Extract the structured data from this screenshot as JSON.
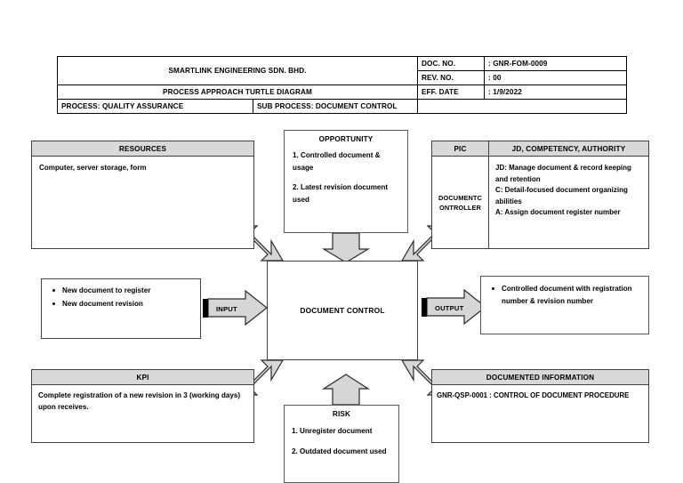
{
  "header": {
    "company": "SMARTLINK ENGINEERING SDN. BHD.",
    "doc_title": "PROCESS APPROACH TURTLE DIAGRAM",
    "process_label": "PROCESS: QUALITY ASSURANCE",
    "sub_process_label": "SUB PROCESS: DOCUMENT CONTROL",
    "fields": [
      {
        "label": "DOC. NO.",
        "value": ": GNR-FOM-0009"
      },
      {
        "label": "REV. NO.",
        "value": ": 00"
      },
      {
        "label": "EFF. DATE",
        "value": ": 1/9/2022"
      }
    ]
  },
  "resources": {
    "title": "RESOURCES",
    "body": "Computer, server storage, form"
  },
  "opportunity": {
    "title": "OPPORTUNITY",
    "items": [
      "1. Controlled document & usage",
      "2. Latest revision document used"
    ]
  },
  "pic": {
    "col1_header": "PIC",
    "col2_header": "JD, COMPETENCY, AUTHORITY",
    "person": "DOCUMENTC ONTROLLER",
    "lines": [
      "JD: Manage document & record keeping and retention",
      "C: Detail-focused document organizing abilities",
      "A: Assign document register number"
    ]
  },
  "input": {
    "arrow_label": "INPUT",
    "items": [
      "New document to register",
      "New document revision"
    ]
  },
  "output": {
    "arrow_label": "OUTPUT",
    "items": [
      "Controlled document with registration number & revision number"
    ]
  },
  "center": {
    "label": "DOCUMENT CONTROL"
  },
  "kpi": {
    "title": "KPI",
    "body": "Complete registration of a new revision in 3 (working days) upon receives."
  },
  "risk": {
    "title": "RISK",
    "items": [
      "1. Unregister document",
      "2. Outdated document used"
    ]
  },
  "documented_information": {
    "title": "DOCUMENTED INFORMATION",
    "body": "GNR-QSP-0001 : CONTROL OF DOCUMENT PROCEDURE"
  },
  "colors": {
    "header_fill": "#d9d9d9",
    "arrow_fill": "#d6d6d6",
    "border": "#3f3f3f"
  }
}
